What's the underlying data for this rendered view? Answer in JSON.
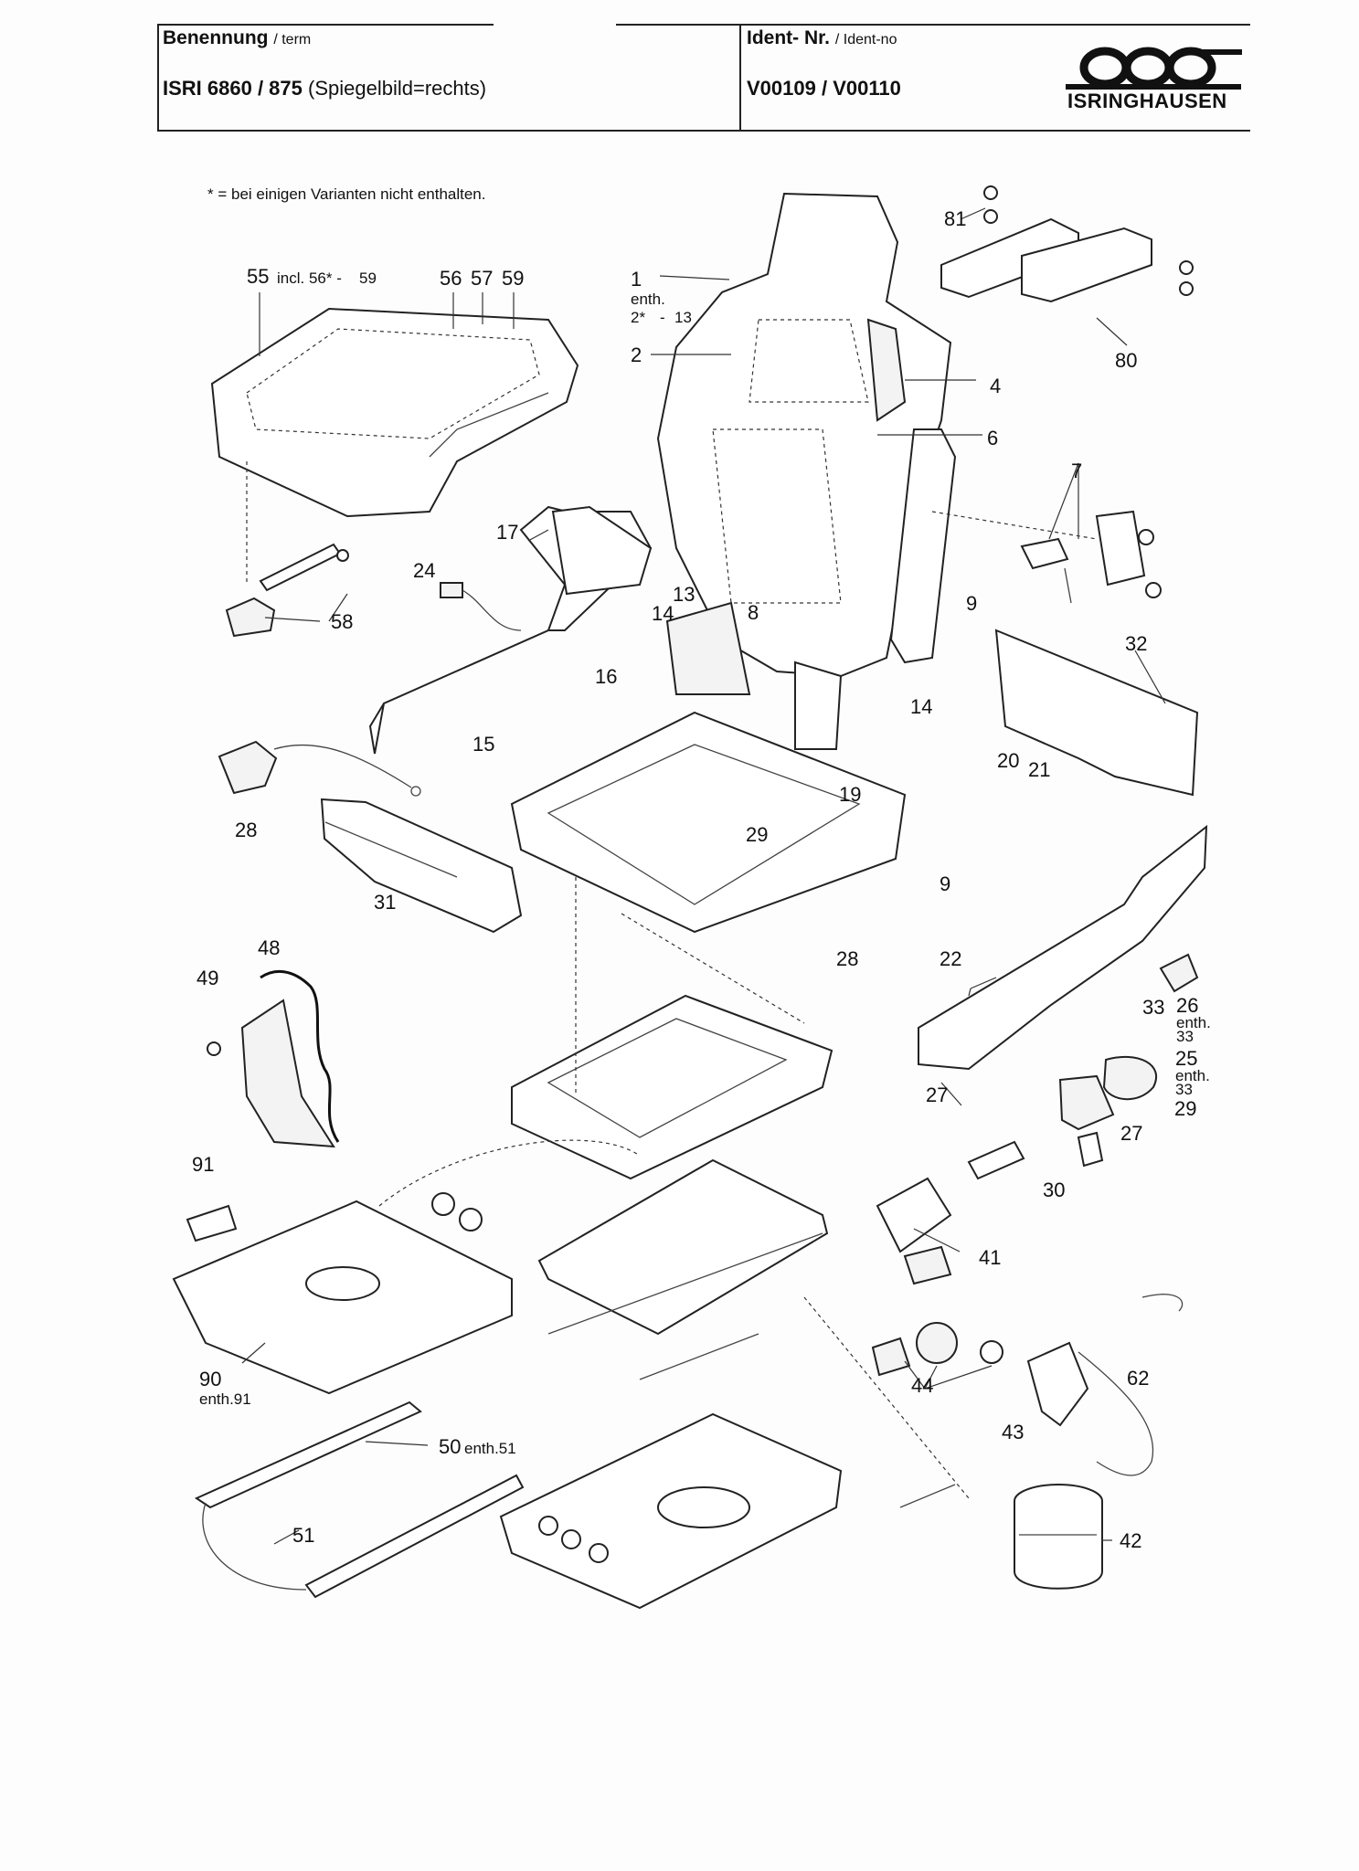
{
  "header": {
    "term_label": "Benennung",
    "term_label_en": "/ term",
    "model_name": "ISRI 6860 / 875",
    "model_note": "(Spiegelbild=rechts)",
    "ident_label": "Ident- Nr.",
    "ident_label_en": "/ Ident-no",
    "ident_value": "V00109 / V00110",
    "brand": "ISRINGHAUSEN"
  },
  "footnote": "* = bei einigen Varianten nicht enthalten.",
  "callouts": {
    "c55": "55",
    "c55_note": "incl. 56* -",
    "c55_end": "59",
    "c56": "56",
    "c57": "57",
    "c59": "59",
    "c1": "1",
    "c1_enth": "enth.",
    "c1_range_a": "2*",
    "c1_dash": "-",
    "c1_range_b": "13",
    "c2": "2",
    "c4": "4",
    "c6": "6",
    "c7": "7",
    "c8": "8",
    "c9a": "9",
    "c9b": "9",
    "c13": "13",
    "c14a": "14",
    "c14b": "14",
    "c15": "15",
    "c16": "16",
    "c17": "17",
    "c19": "19",
    "c20": "20",
    "c21": "21",
    "c22": "22",
    "c24": "24",
    "c25": "25",
    "c25_enth": "enth.",
    "c25_ref": "33",
    "c26": "26",
    "c26_enth": "enth.",
    "c26_ref": "33",
    "c27a": "27",
    "c27b": "27",
    "c28a": "28",
    "c28b": "28",
    "c29a": "29",
    "c29b": "29",
    "c30": "30",
    "c31": "31",
    "c32": "32",
    "c33": "33",
    "c41": "41",
    "c42": "42",
    "c43": "43",
    "c44": "44",
    "c48": "48",
    "c49": "49",
    "c50": "50",
    "c50_note": "enth.51",
    "c51": "51",
    "c58": "58",
    "c62": "62",
    "c80": "80",
    "c81": "81",
    "c90": "90",
    "c90_note": "enth.91",
    "c91": "91"
  }
}
